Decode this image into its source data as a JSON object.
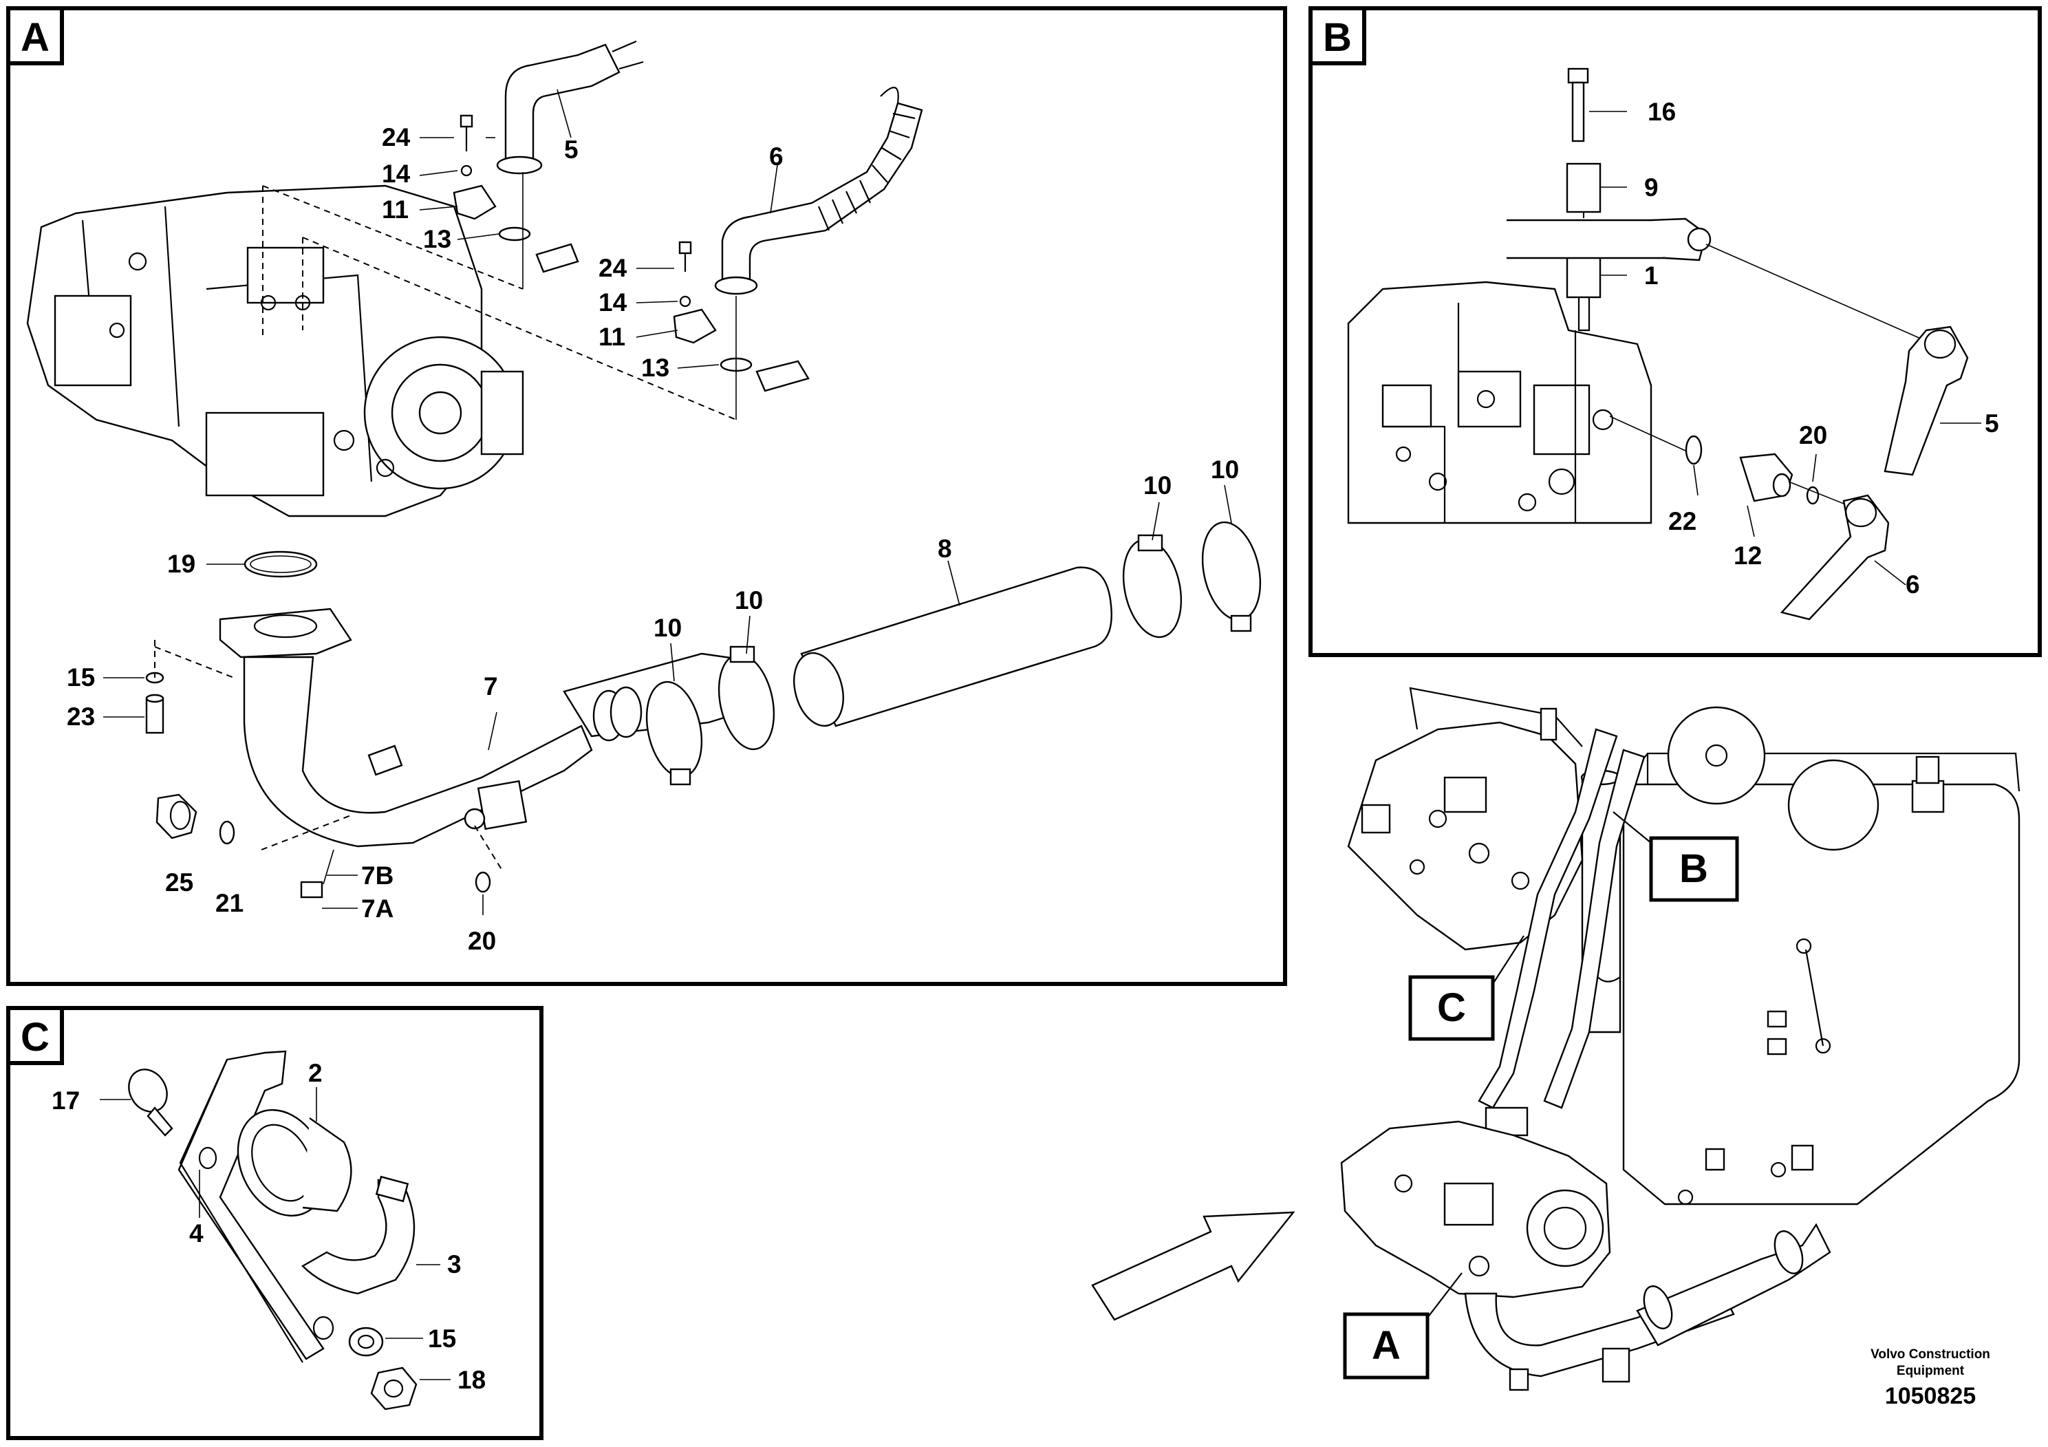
{
  "panels": {
    "A": {
      "letter": "A"
    },
    "B": {
      "letter": "B"
    },
    "C": {
      "letter": "C"
    }
  },
  "overview_labels": {
    "A": "A",
    "B": "B",
    "C": "C"
  },
  "callouts_A": [
    "24",
    "14",
    "11",
    "13",
    "5",
    "6",
    "24",
    "14",
    "11",
    "13",
    "19",
    "15",
    "23",
    "7",
    "8",
    "10",
    "10",
    "10",
    "10",
    "25",
    "21",
    "7B",
    "7A",
    "20"
  ],
  "callouts_B": [
    "16",
    "9",
    "1",
    "5",
    "20",
    "22",
    "12",
    "6"
  ],
  "callouts_C": [
    "17",
    "2",
    "4",
    "3",
    "15",
    "18"
  ],
  "footer": {
    "company_line1": "Volvo Construction",
    "company_line2": "Equipment",
    "drawing_number": "1050825"
  }
}
